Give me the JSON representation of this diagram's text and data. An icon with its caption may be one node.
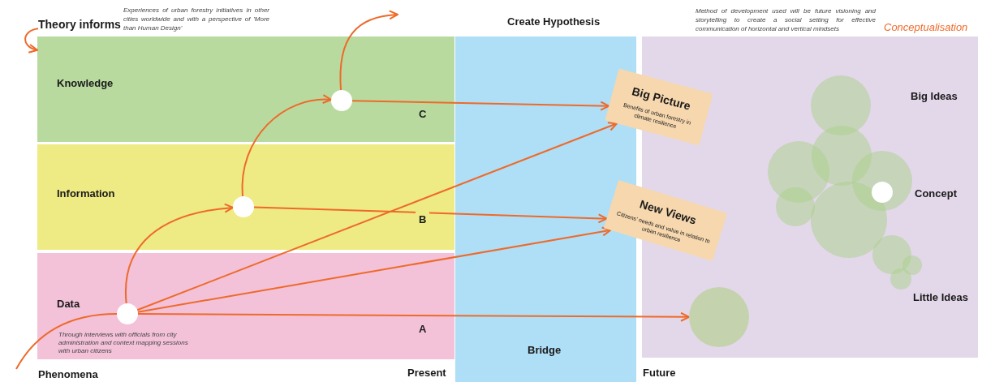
{
  "diagram": {
    "nodes": [
      {
        "text": [
          "Knowledge"
        ]
      },
      {
        "text": [
          "Information"
        ]
      },
      {
        "text": [
          "Data",
          "Through interviews with officials from city administration and context mapping sessions with urban citizens"
        ]
      },
      {
        "text": [
          "Big Ideas",
          "Concept",
          "Little Ideas"
        ]
      },
      {
        "text": [],
        "shape": "circle",
        "in": 2
      },
      {
        "text": [],
        "shape": "circle",
        "in": 1
      },
      {
        "text": [],
        "shape": "circle",
        "in": 0
      },
      {
        "text": [
          "Big Picture",
          "Benefits of urban forestry in climate resilience"
        ]
      },
      {
        "text": [
          "New Views",
          "Citizens' needs and value in relation to urban resilience"
        ]
      },
      {
        "text": [],
        "shape": "circle",
        "in": 3
      },
      {
        "text": [
          "Theory informs"
        ]
      }
    ],
    "edges": [
      {
        "from": null,
        "to": 4,
        "arrow": "none"
      },
      {
        "from": 4,
        "to": 5,
        "arrow": "to"
      },
      {
        "from": 5,
        "to": 6,
        "arrow": "to"
      },
      {
        "from": 6,
        "to": null,
        "arrow": "to"
      },
      {
        "from": 4,
        "to": 9,
        "arrow": "to",
        "label": "A"
      },
      {
        "from": 4,
        "to": 7,
        "arrow": "to"
      },
      {
        "from": 4,
        "to": 8,
        "arrow": "to"
      },
      {
        "from": 5,
        "to": 8,
        "arrow": "to",
        "label": "B"
      },
      {
        "from": 6,
        "to": 7,
        "arrow": "to",
        "label": "C"
      },
      {
        "from": 10,
        "to": 0,
        "arrow": "to"
      }
    ],
    "labels": [
      "Experiences of urban forestry initiatives in other cities worldwide and with a perspective of 'More than Human Design'",
      "Create Hypothesis",
      "Method of development used will be future visioning and storytelling to create a social setting for effective communication of horizontal and vertical mindsets",
      "Conceptualisation",
      "Bridge",
      "Phenomena",
      "Present",
      "Future"
    ]
  }
}
